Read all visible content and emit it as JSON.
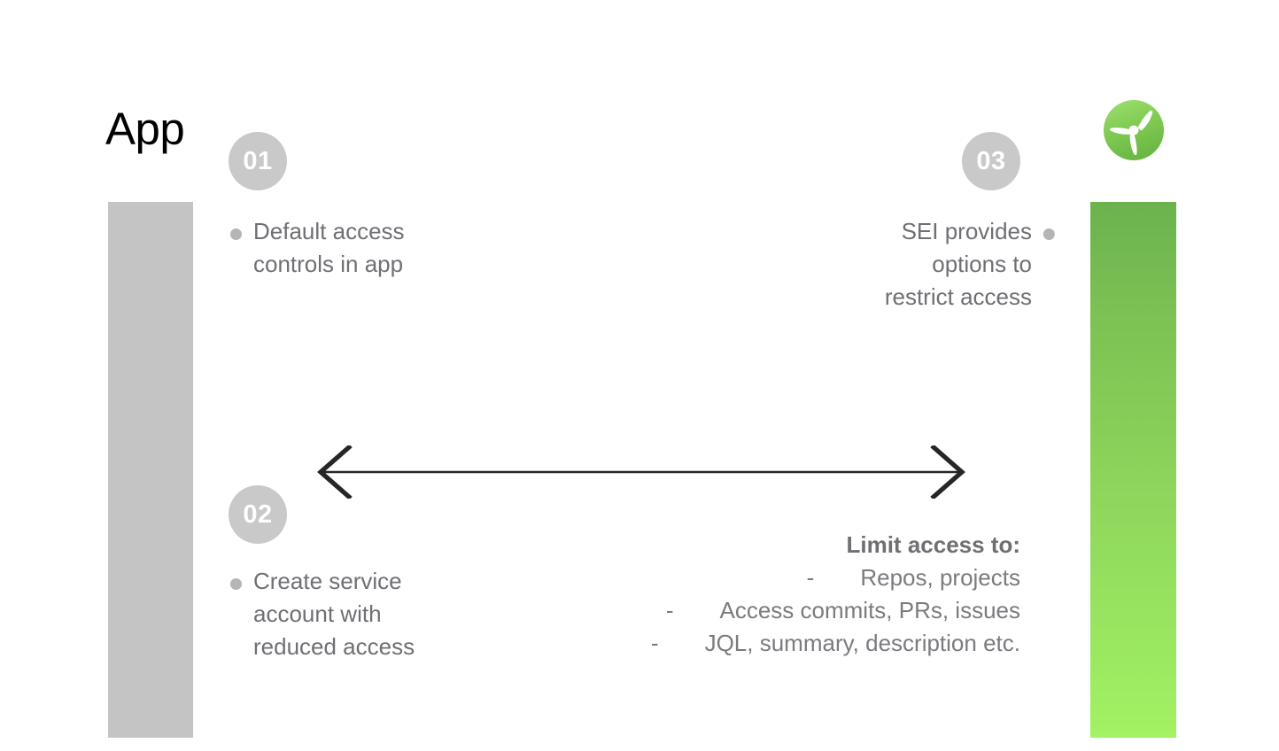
{
  "slide": {
    "title": "App",
    "background_color": "#ffffff"
  },
  "colors": {
    "badge_gray": "#c9c9c9",
    "bar_gray": "#c4c4c4",
    "text_gray": "#6f6f74",
    "bullet_gray": "#b5b5b5",
    "arrow_dark": "#262626",
    "green_top": "#6cb24e",
    "green_bottom": "#a2f263",
    "logo_green": "#7ecb4f"
  },
  "logo": {
    "icon": "propeller-logo-icon",
    "shape": "three-blade-propeller-in-green-circle"
  },
  "bars": {
    "left": {
      "name": "left-gray-bar",
      "color": "#c4c4c4"
    },
    "right": {
      "name": "right-green-gradient-bar",
      "gradient_from": "#6cb24e",
      "gradient_to": "#a2f263"
    }
  },
  "steps": [
    {
      "number": "01",
      "text": "Default access\ncontrols in app",
      "align": "left",
      "bullet": true
    },
    {
      "number": "02",
      "text": "Create service\naccount with\nreduced access",
      "align": "left",
      "bullet": true
    },
    {
      "number": "03",
      "text": "SEI provides\noptions to\nrestrict access",
      "align": "right",
      "bullet": true
    }
  ],
  "arrow": {
    "name": "double-headed-arrow",
    "direction": "bidirectional",
    "color": "#262626"
  },
  "limit_access": {
    "heading": "Limit access to:",
    "dash": "-",
    "items": [
      "Repos, projects",
      "Access commits, PRs, issues",
      "JQL, summary, description etc."
    ]
  }
}
